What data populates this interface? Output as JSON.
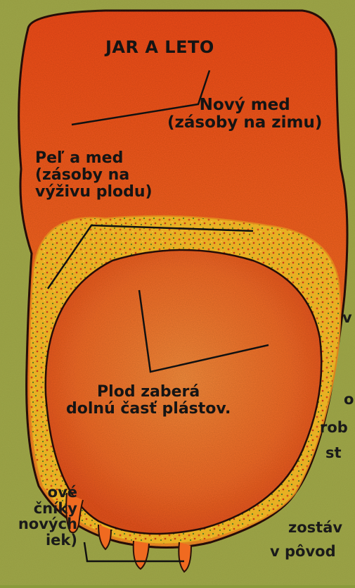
{
  "diagram": {
    "title": "JAR A LETO",
    "labels": {
      "new_honey_line1": "Nový med",
      "new_honey_line2": "(zásoby na zimu)",
      "pollen_line1": "Peľ a med",
      "pollen_line2": "(zásoby na",
      "pollen_line3": "výživu plodu)",
      "brood_line1": "Plod zaberá",
      "brood_line2": "dolnú časť plástov."
    },
    "cropped_text": {
      "left_line1": "ové",
      "left_line2": "čníky",
      "left_line3": "nových",
      "left_line4": "iek)",
      "right_line1": "v",
      "right_line2": "o",
      "right_line3": "rob",
      "right_line4": "st",
      "right_line5": "zostáv",
      "right_line6": "v pôvod"
    },
    "colors": {
      "background": "#8a9a3a",
      "honey_area": "#f0561c",
      "pollen_band": "#e8b422",
      "brood_area": "#f07028",
      "outline": "#2a1208",
      "text": "#141414"
    }
  }
}
